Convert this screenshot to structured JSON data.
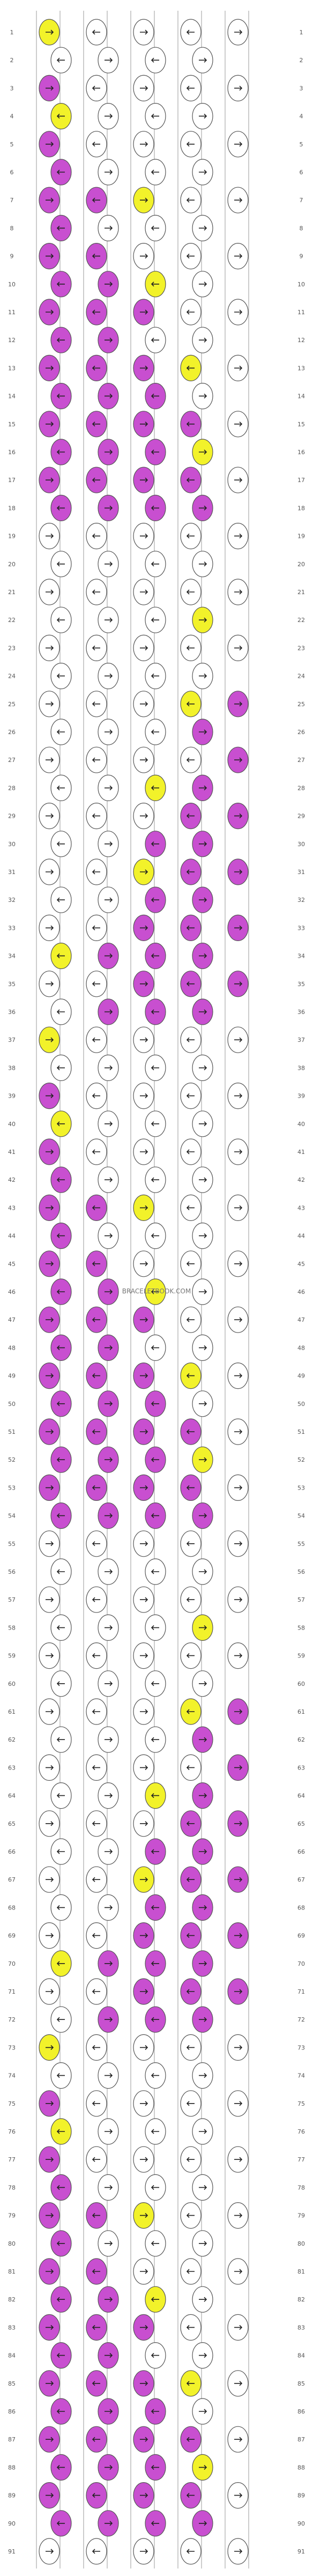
{
  "watermark": "BRACELETBOOK.COM",
  "colors": {
    "white": "#ffffff",
    "magenta": "#c84fd0",
    "yellow": "#f2f22a",
    "outline": "#555555",
    "strand_line": "#999999",
    "arrow": "#222222"
  },
  "pattern": {
    "strings": 10,
    "rows": 91,
    "knot_types": [
      "forward",
      "backward",
      "forward-backward",
      "backward-forward"
    ],
    "row_numbers": [
      1,
      2,
      3,
      4,
      5,
      6,
      7,
      8,
      9,
      10,
      11,
      12,
      13,
      14,
      15,
      16,
      17,
      18,
      19,
      20,
      21,
      22,
      23,
      24,
      25,
      26,
      27,
      28,
      29,
      30,
      31,
      32,
      33,
      34,
      35,
      36,
      37,
      38,
      39,
      40,
      41,
      42,
      43,
      44,
      45,
      46,
      47,
      48,
      49,
      50,
      51,
      52,
      53,
      54,
      55,
      56,
      57,
      58,
      59,
      60,
      61,
      62,
      63,
      64,
      65,
      66,
      67,
      68,
      69,
      70,
      71,
      72,
      73,
      74,
      75,
      76,
      77,
      78,
      79,
      80,
      81,
      82,
      83,
      84,
      85,
      86,
      87,
      88,
      89,
      90,
      91
    ]
  }
}
